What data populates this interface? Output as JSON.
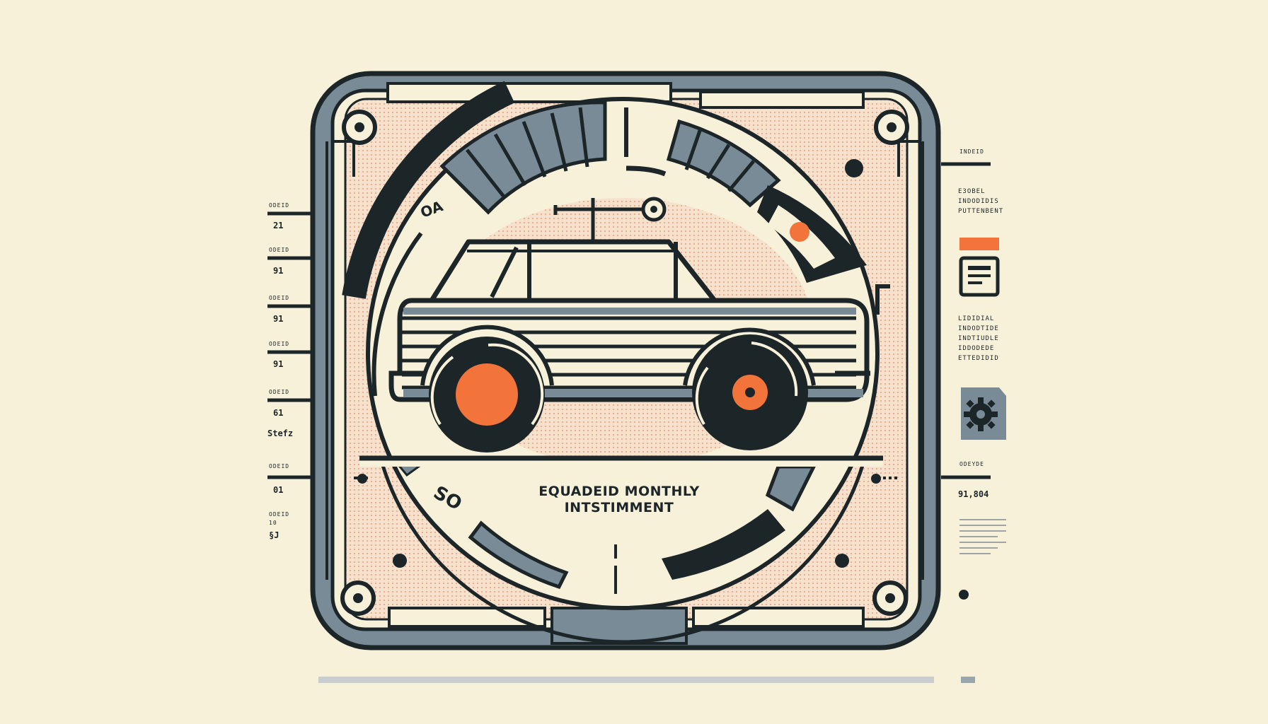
{
  "caption": {
    "line1": "EQUADEID MONTHLY",
    "line2": "INTSTIMMENT"
  },
  "dial_marks": {
    "upper": "OA",
    "lower": "SO"
  },
  "left_scale": [
    {
      "tag": "ODEID",
      "value": "21"
    },
    {
      "tag": "ODEID",
      "value": "91"
    },
    {
      "tag": "ODEID",
      "value": "91"
    },
    {
      "tag": "ODEID",
      "value": "91"
    },
    {
      "tag": "ODEID",
      "value": "61"
    },
    {
      "tag": "",
      "value": "Stefz"
    },
    {
      "tag": "ODEID",
      "value": "01"
    },
    {
      "tag": "ODEID 10",
      "value": "§J"
    }
  ],
  "right_panel": {
    "header": "INDEID",
    "block1": [
      "E3OBEL",
      "INDODIDIS",
      "PUTTENBENT"
    ],
    "block2": [
      "LIDIDIAL",
      "INDODTIDE",
      "INDTIUDLE",
      "IDDODEDE",
      "ETTEDIDID"
    ],
    "small_tag": "ODEYDE",
    "value": "91,804"
  },
  "icons": [
    "document-icon",
    "gear-icon"
  ],
  "colors": {
    "background": "#f8f1da",
    "ink": "#1c2528",
    "slate": "#7a8b98",
    "accent": "#f2743a",
    "peach": "#f3d5bf"
  }
}
